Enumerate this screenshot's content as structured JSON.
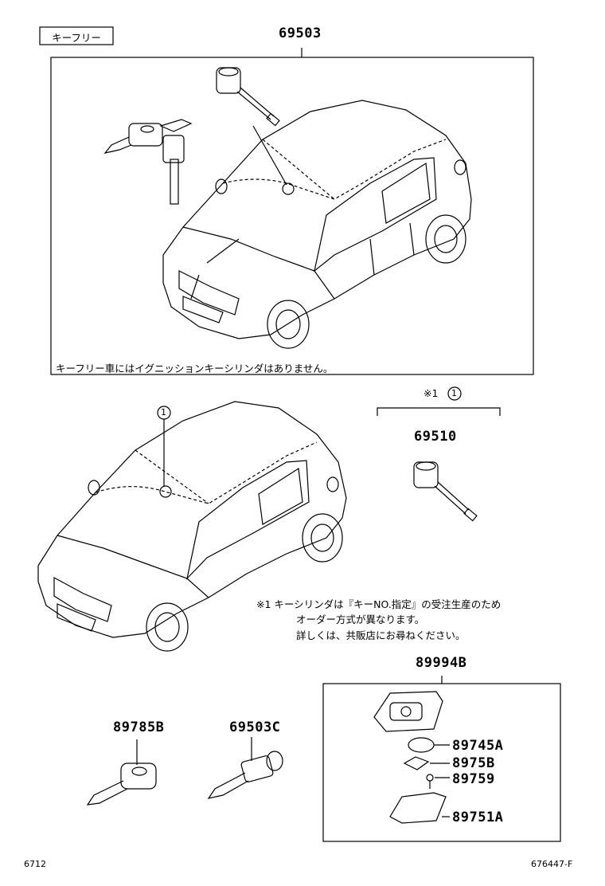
{
  "tag_label": "キーフリー",
  "parts": {
    "p69503": "69503",
    "p69510": "69510",
    "p89994B": "89994B",
    "p89785B": "89785B",
    "p69503C": "69503C",
    "p89745A": "89745A",
    "p8975B": "8975B",
    "p89759": "89759",
    "p89751A": "89751A"
  },
  "notes": {
    "keyfree_note": "キーフリー車にはイグニッションキーシリンダはありません。",
    "ref_mark": "※1",
    "circle_ref": "1",
    "note1_line1": "※1  キーシリンダは『キーNO.指定』の受注生産のため",
    "note1_line2": "オーダー方式が異なります。",
    "note1_line3": "詳しくは、共販店にお尋ねください。"
  },
  "footer": {
    "left": "6712",
    "right": "676447-F"
  }
}
